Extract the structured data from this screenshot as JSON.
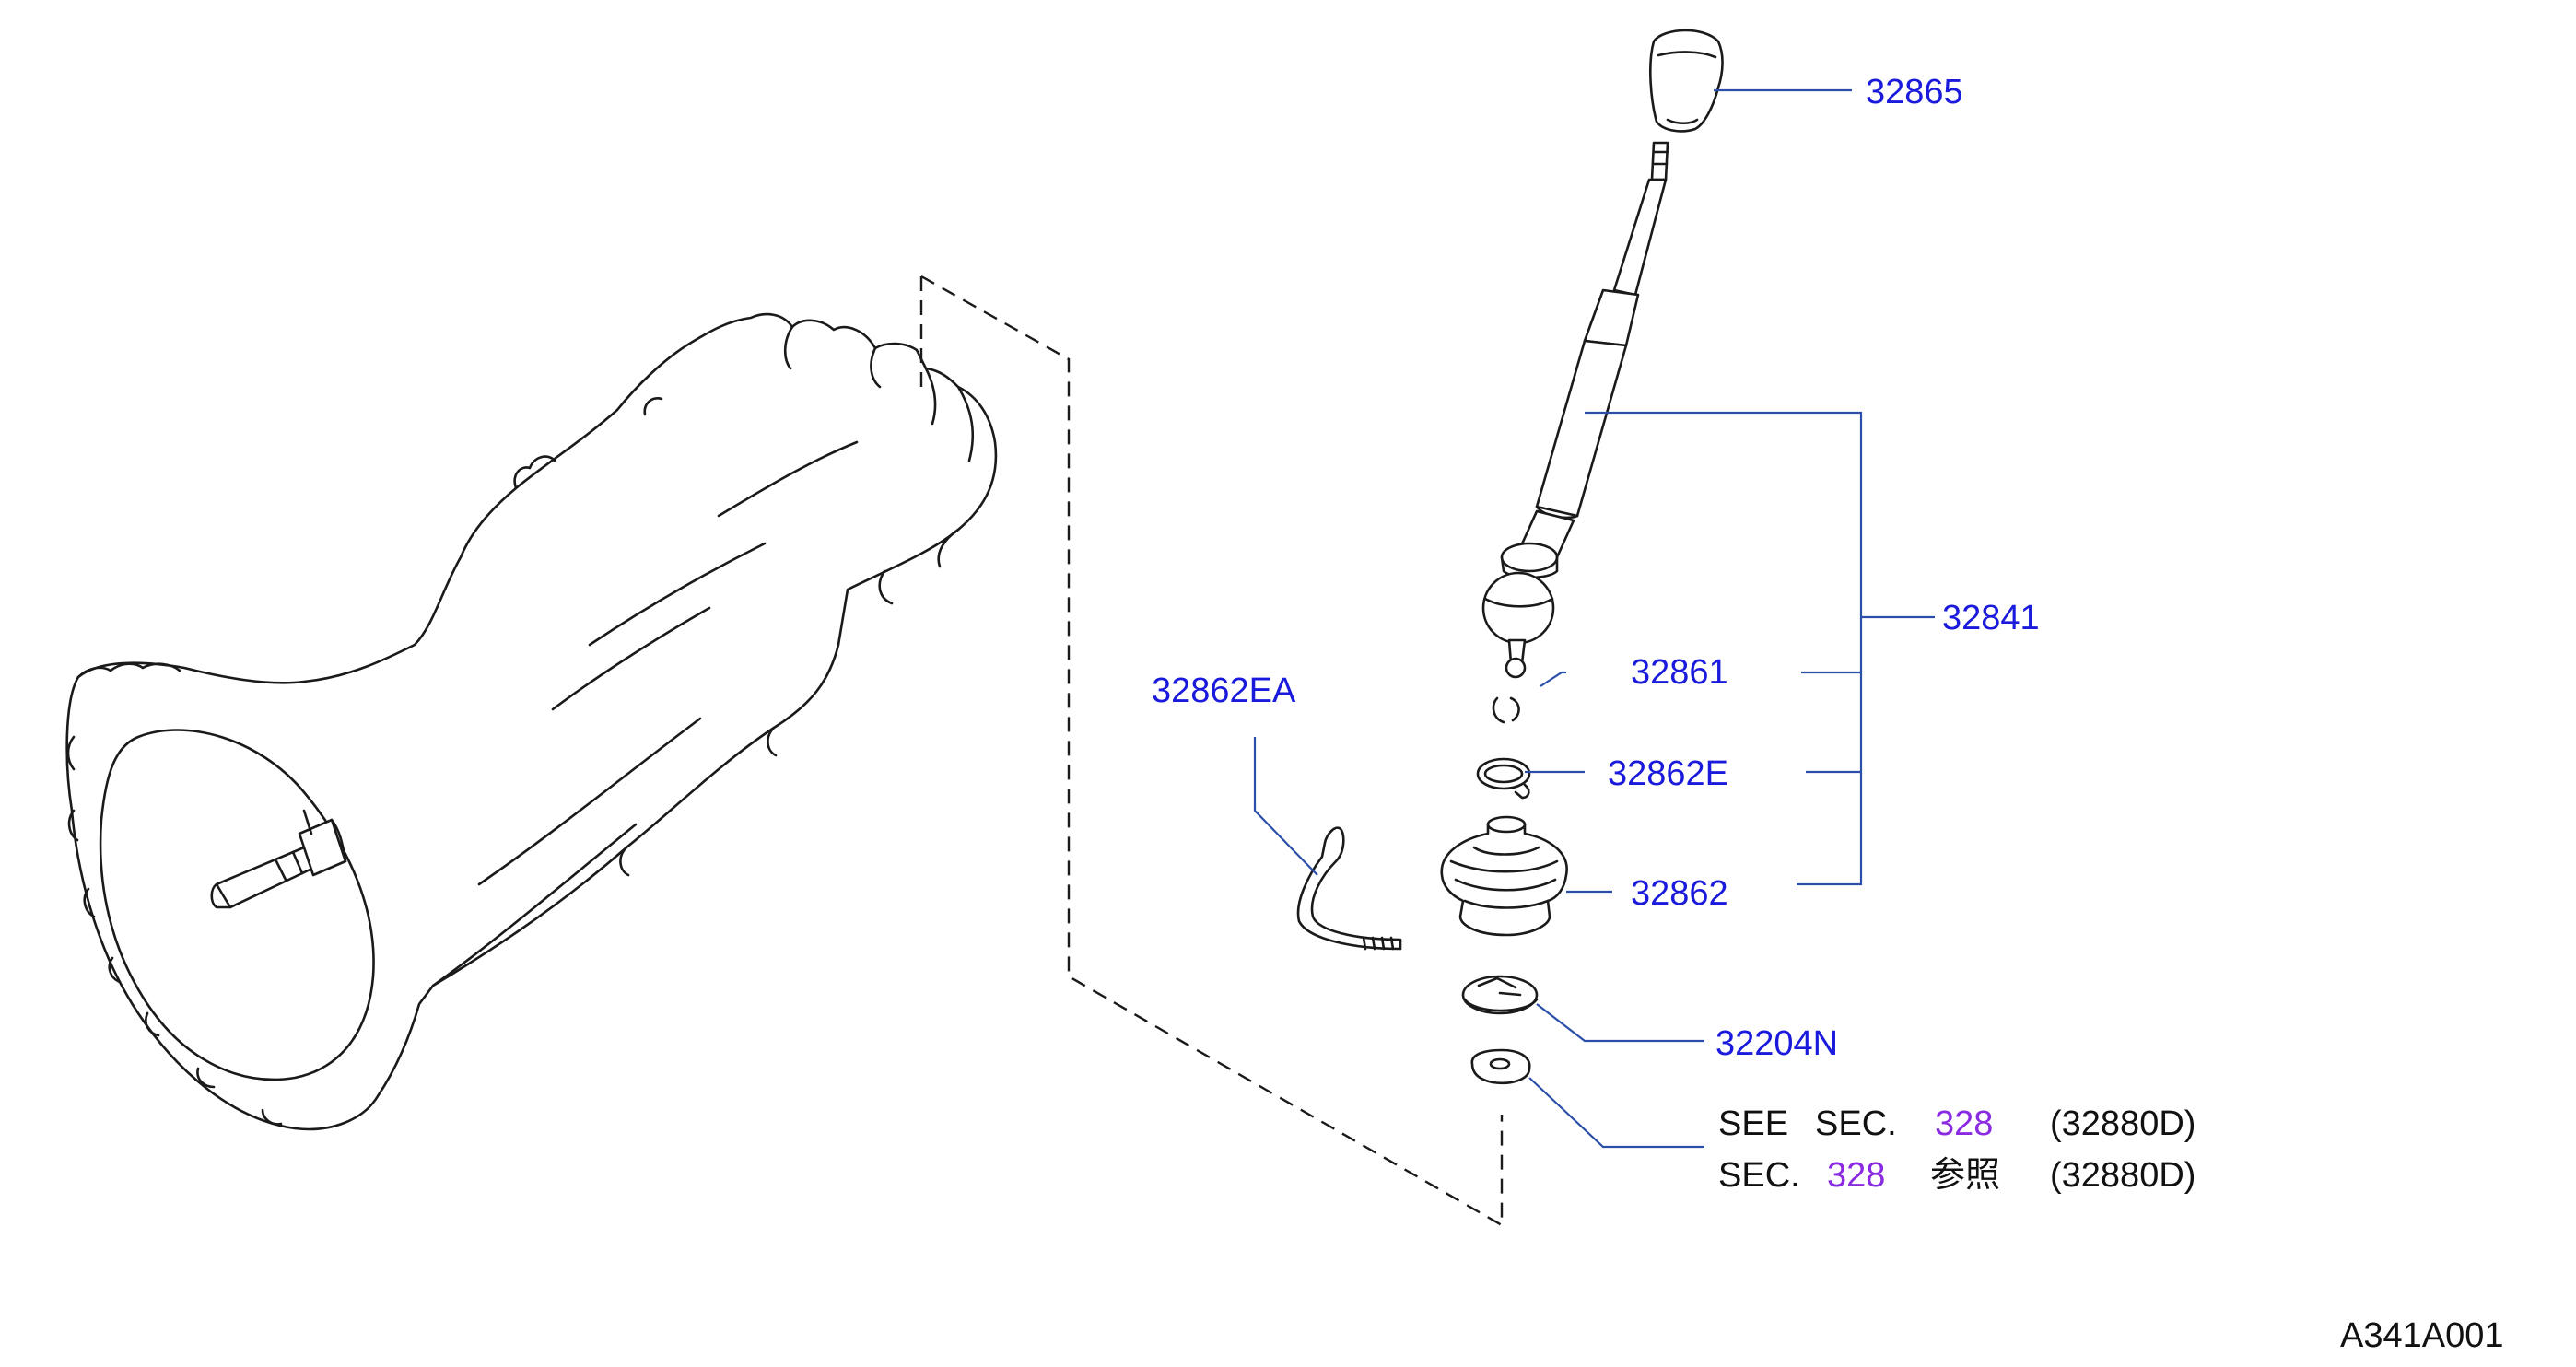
{
  "colors": {
    "part_label": "#1a1adc",
    "section_link": "#8a2be2",
    "leader_line": "#2b4fa8",
    "note_text": "#111111",
    "drawing": "#1a1a1a"
  },
  "parts": [
    {
      "id": "p32865",
      "label": "32865"
    },
    {
      "id": "p32841",
      "label": "32841"
    },
    {
      "id": "p32861",
      "label": "32861"
    },
    {
      "id": "p32862E",
      "label": "32862E"
    },
    {
      "id": "p32862",
      "label": "32862"
    },
    {
      "id": "p32204N",
      "label": "32204N"
    },
    {
      "id": "p32862EA",
      "label": "32862EA"
    }
  ],
  "notes": {
    "line1": {
      "see": "SEE",
      "sec": "SEC.",
      "num": "328",
      "ref": "(32880D)"
    },
    "line2": {
      "sec": "SEC.",
      "num": "328",
      "sansho": "参照",
      "ref": "(32880D)"
    }
  },
  "diagram_code": "A341A001"
}
